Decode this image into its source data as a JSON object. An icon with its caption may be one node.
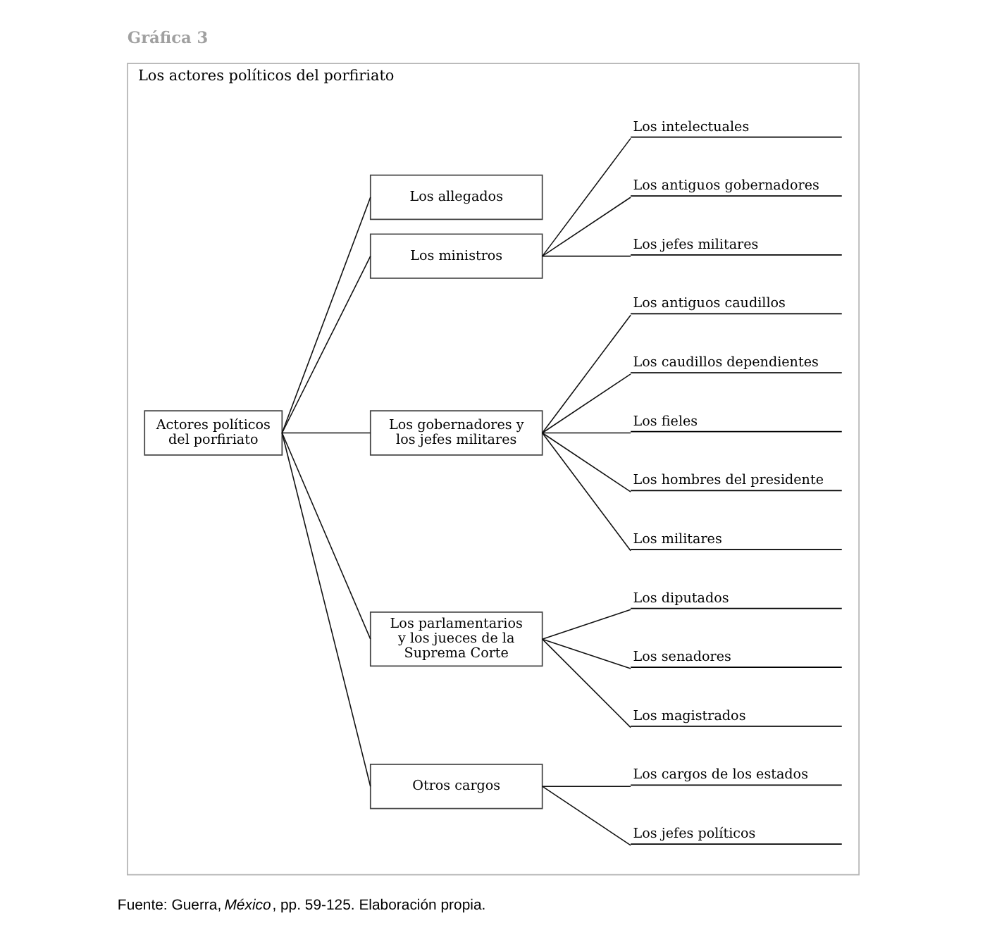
{
  "diagram": {
    "title": "Gráfica 3",
    "caption": "Fuente: Guerra, *México*, pp. 59-125. Elaboración propia.",
    "nodes": [
      {
        "text": [
          "Los actores políticos del porfiriato"
        ]
      },
      {
        "text": [
          "Actores políticos del porfiriato"
        ],
        "in": 0
      },
      {
        "text": [
          "Los allegados"
        ],
        "in": 0
      },
      {
        "text": [
          "Los ministros"
        ],
        "in": 0
      },
      {
        "text": [
          "Los intelectuales"
        ],
        "in": 0
      },
      {
        "text": [
          "Los antiguos gobernadores"
        ],
        "in": 0
      },
      {
        "text": [
          "Los jefes militares"
        ],
        "in": 0
      },
      {
        "text": [
          "Los gobernadores y los jefes militares"
        ],
        "in": 0
      },
      {
        "text": [
          "Los antiguos caudillos"
        ],
        "in": 0
      },
      {
        "text": [
          "Los caudillos dependientes"
        ],
        "in": 0
      },
      {
        "text": [
          "Los fieles"
        ],
        "in": 0
      },
      {
        "text": [
          "Los hombres del presidente"
        ],
        "in": 0
      },
      {
        "text": [
          "Los militares"
        ],
        "in": 0
      },
      {
        "text": [
          "Los parlamentarios y los jueces de la Suprema Corte"
        ],
        "in": 0
      },
      {
        "text": [
          "Los diputados"
        ],
        "in": 0
      },
      {
        "text": [
          "Los senadores"
        ],
        "in": 0
      },
      {
        "text": [
          "Los magistrados"
        ],
        "in": 0
      },
      {
        "text": [
          "Otros cargos"
        ],
        "in": 0
      },
      {
        "text": [
          "Los cargos de los estados"
        ],
        "in": 0
      },
      {
        "text": [
          "Los jefes políticos"
        ],
        "in": 0
      }
    ],
    "edges": [
      {
        "from": 1,
        "to": 17,
        "arrow": "none"
      },
      {
        "from": 1,
        "to": 13,
        "arrow": "none"
      },
      {
        "from": 1,
        "to": 7,
        "arrow": "none"
      },
      {
        "from": 1,
        "to": 3,
        "arrow": "none"
      },
      {
        "from": 1,
        "to": 2,
        "arrow": "none"
      },
      {
        "from": 17,
        "to": 19,
        "arrow": "none"
      },
      {
        "from": 17,
        "to": 18,
        "arrow": "none"
      },
      {
        "from": 13,
        "to": 16,
        "arrow": "none"
      },
      {
        "from": 13,
        "to": 15,
        "arrow": "none"
      },
      {
        "from": 13,
        "to": 14,
        "arrow": "none"
      },
      {
        "from": 7,
        "to": 12,
        "arrow": "none"
      },
      {
        "from": 7,
        "to": 11,
        "arrow": "none"
      },
      {
        "from": 7,
        "to": 10,
        "arrow": "none"
      },
      {
        "from": 7,
        "to": 9,
        "arrow": "none"
      },
      {
        "from": 7,
        "to": 8,
        "arrow": "none"
      },
      {
        "from": 3,
        "to": 6,
        "arrow": "none"
      },
      {
        "from": 3,
        "to": 5,
        "arrow": "none"
      },
      {
        "from": 3,
        "to": 4,
        "arrow": "none"
      }
    ]
  }
}
